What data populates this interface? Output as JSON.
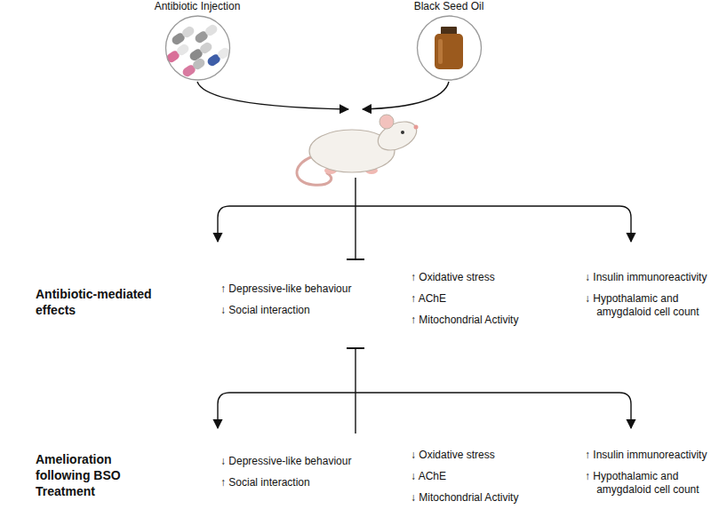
{
  "diagram": {
    "nodes": [
      {
        "text": [
          "Antibiotic Injection"
        ]
      },
      {
        "text": [
          "Black Seed Oil"
        ]
      }
    ],
    "labels": [
      "Antibiotic-mediated effects",
      "↑ Depressive-like behaviour",
      "↓ Social interaction",
      "↑ Oxidative stress",
      "↑ AChE",
      "↑ Mitochondrial Activity",
      "↓ Insulin immunoreactivity",
      "↓ Hypothalamic and amygdaloid cell count",
      "Amelioration following BSO Treatment",
      "↓ Depressive-like behaviour",
      "↑ Social interaction",
      "↓ Oxidative stress",
      "↓ AChE",
      "↓ Mitochondrial Activity",
      "↑ Insulin immunoreactivity",
      "↑ Hypothalamic and amygdaloid cell count"
    ]
  }
}
